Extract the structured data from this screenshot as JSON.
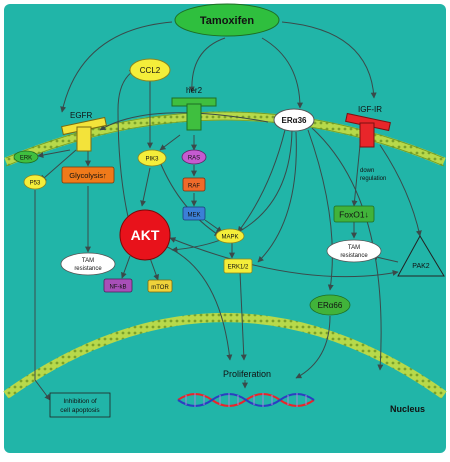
{
  "colors": {
    "background": "#21b5a8",
    "membrane": "#b7d94a",
    "nucleus_membrane": "#8fc43d",
    "arrow": "#3a4a4a",
    "tamoxifen_fill": "#2fbf3e",
    "ccl2_fill": "#f4ee3a",
    "receptor_yellow": "#f3e33a",
    "receptor_green": "#3fbf3f",
    "receptor_red": "#e8262a",
    "akt_fill": "#e8121b",
    "ras_fill": "#c55bd0",
    "raf_fill": "#f06a2a",
    "mek_fill": "#3b7fd6",
    "glycolysis_fill": "#f07a1a",
    "foxo_fill": "#41b33a",
    "nfkb_fill": "#a84fb8",
    "mtor_fill": "#f0d23a"
  },
  "labels": {
    "tamoxifen": "Tamoxifen",
    "ccl2": "CCL2",
    "egfr": "EGFR",
    "her2": "her2",
    "era36": "ERα36",
    "igf_ir": "IGF-IR",
    "erk": "ERK",
    "pik3": "PIK3",
    "ras": "RAS",
    "raf": "RAF",
    "mek": "MEK",
    "mapk": "MAPK",
    "erk12": "ERK1/2",
    "akt": "AKT",
    "nfkb": "NF-kB",
    "mtor": "mTOR",
    "p53": "P53",
    "glycolysis": "Glycolysis↑",
    "tam_resistance_left_1": "TAM",
    "tam_resistance_left_2": "resistance",
    "tam_resistance_right_1": "TAM",
    "tam_resistance_right_2": "resistance",
    "down_regulation_1": "down",
    "down_regulation_2": "regulation",
    "foxo1": "FoxO1↓",
    "pak2": "PAK2",
    "era66": "ERα66",
    "proliferation": "Proliferation",
    "inhibition_1": "Inhibition of",
    "inhibition_2": "cell apoptosis",
    "nucleus": "Nucleus"
  }
}
